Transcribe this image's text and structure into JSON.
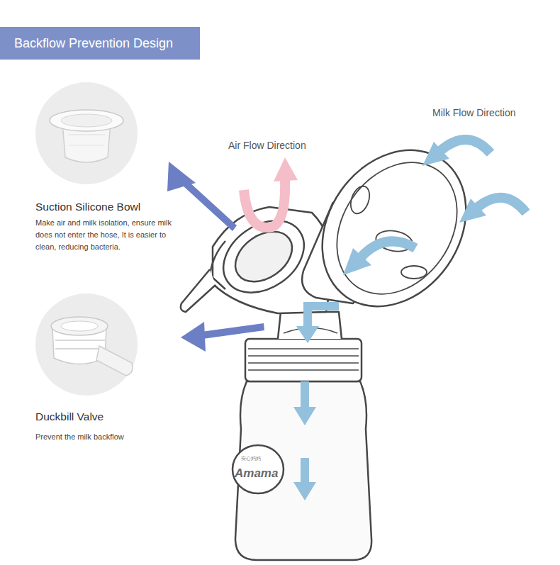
{
  "diagram": {
    "title": "Backflow Prevention Design",
    "labels": [
      "Air Flow Direction",
      "Milk Flow Direction",
      "Suction Silicone Bowl",
      "Make air and milk isolation, ensure milk does not enter the hose, It is easier to clean, reducing bacteria.",
      "Duckbill Valve",
      "Prevent the milk backflow",
      "安心妈妈",
      "Amama"
    ]
  }
}
